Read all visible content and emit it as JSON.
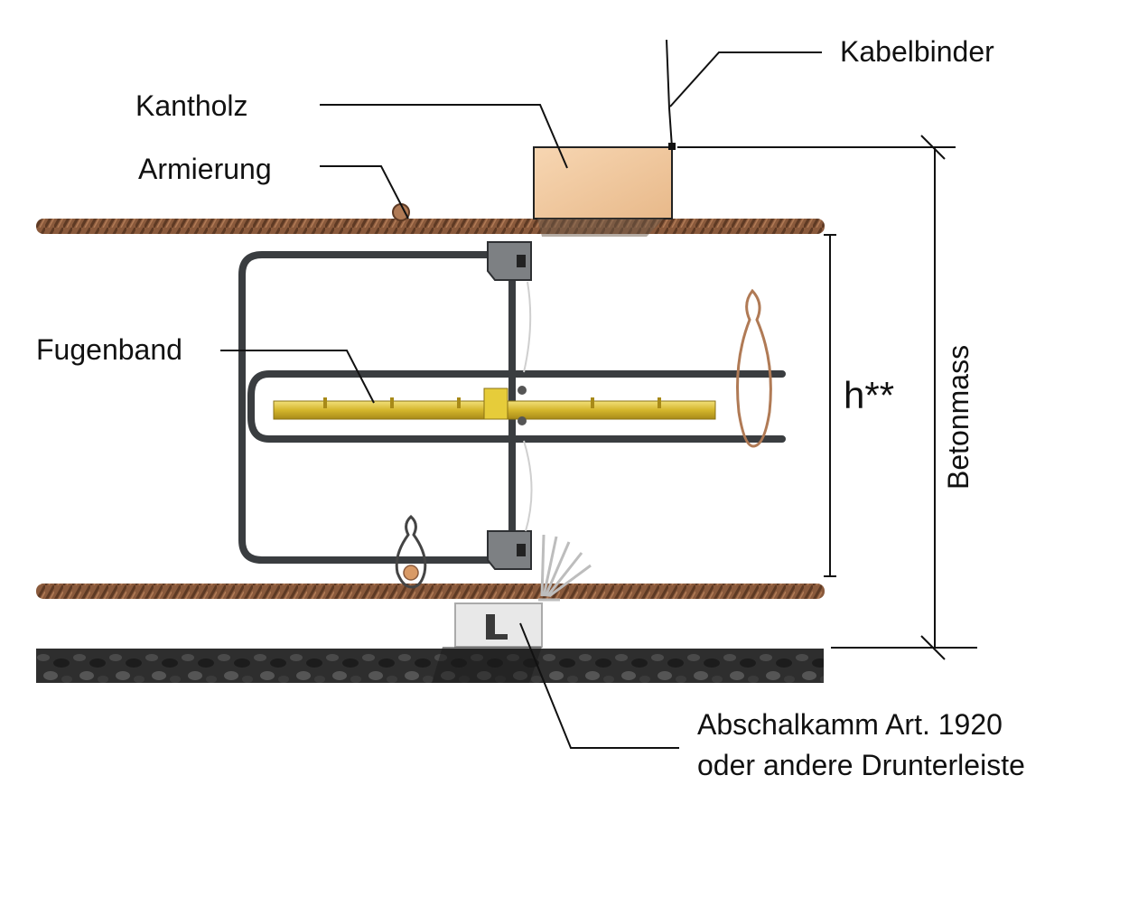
{
  "labels": {
    "kabelbinder": "Kabelbinder",
    "kantholz": "Kantholz",
    "armierung": "Armierung",
    "fugenband": "Fugenband",
    "h": "h**",
    "betonmass": "Betonmass",
    "abschalkamm_line1": "Abschalkamm Art. 1920",
    "abschalkamm_line2": "oder andere Drunterleiste"
  },
  "colors": {
    "rebar": "#8a5a3c",
    "rebar_dark": "#5e3a24",
    "timber": "#f2c9a0",
    "band": "#d8c03a",
    "frame": "#3a3d40",
    "ground": "#2b2b2b",
    "leader": "#111111"
  }
}
